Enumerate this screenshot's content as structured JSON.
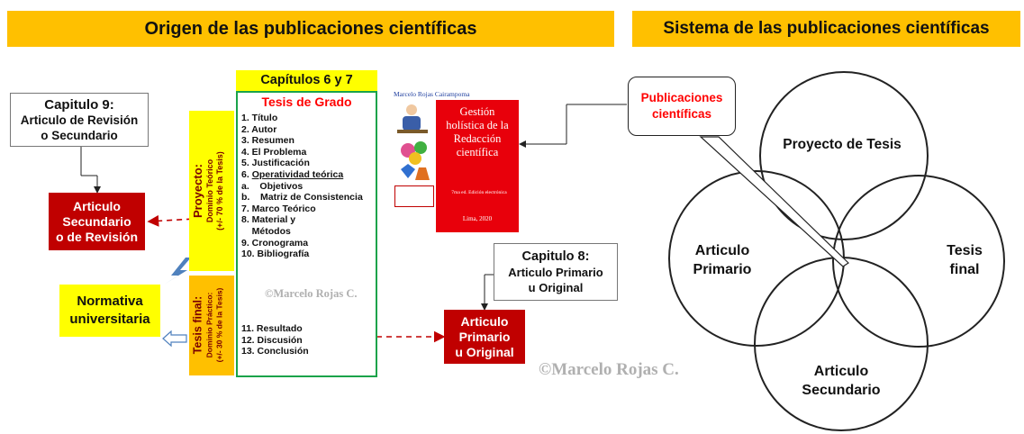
{
  "left_banner": "Origen de las publicaciones científicas",
  "right_banner": "Sistema de las publicaciones científicas",
  "cap9": [
    "Capitulo 9:",
    "Articulo de Revisión",
    "o Secundario"
  ],
  "art_sec": [
    "Articulo",
    "Secundario",
    "o de Revisión"
  ],
  "normativa": [
    "Normativa",
    "universitaria"
  ],
  "proyecto": {
    "title": "Proyecto:",
    "line1": "Dominio Teórico",
    "line2": "(+/- 70 % de la Tesis)"
  },
  "tesis_final": {
    "title": "Tesis final:",
    "line1": "Dominio Práctico:",
    "line2": "(+/- 30 % de la Tesis)"
  },
  "caps67": "Capítulos 6 y 7",
  "tesis_grado": "Tesis de Grado",
  "items_top": [
    "1. Título",
    "2. Autor",
    "3. Resumen",
    "4. El Problema",
    "5. Justificación"
  ],
  "item6_num": "6.",
  "item6_text": "Operatividad teórica",
  "items_mid": [
    "a.    Objetivos",
    "b.    Matriz de Consistencia",
    "7. Marco Teórico",
    "8. Material y",
    "    Métodos",
    "9. Cronograma",
    "10. Bibliografía"
  ],
  "items_bottom": [
    "11. Resultado",
    "12. Discusión",
    "13. Conclusión"
  ],
  "watermark_small": "©Marcelo Rojas C.",
  "watermark_big": "©Marcelo Rojas C.",
  "book": {
    "author": "Marcelo Rojas Cairampoma",
    "title": [
      "Gestión",
      "holística de la",
      "Redacción",
      "científica"
    ],
    "edition": "7ma ed. Edición electrónica",
    "place": "Lima, 2020"
  },
  "cap8": [
    "Capitulo 8:",
    "Articulo Primario",
    "u Original"
  ],
  "art_prim": [
    "Articulo",
    "Primario",
    "u Original"
  ],
  "callout": [
    "Publicaciones",
    "científicas"
  ],
  "venn": {
    "top": "Proyecto de Tesis",
    "left": [
      "Articulo",
      "Primario"
    ],
    "right": [
      "Tesis",
      "final"
    ],
    "bottom": [
      "Articulo",
      "Secundario"
    ]
  },
  "colors": {
    "banner": "#ffc000",
    "red_box": "#c00000",
    "yellow": "#ffff00",
    "green_border": "#1aa34a",
    "title_red": "#ff0000"
  }
}
